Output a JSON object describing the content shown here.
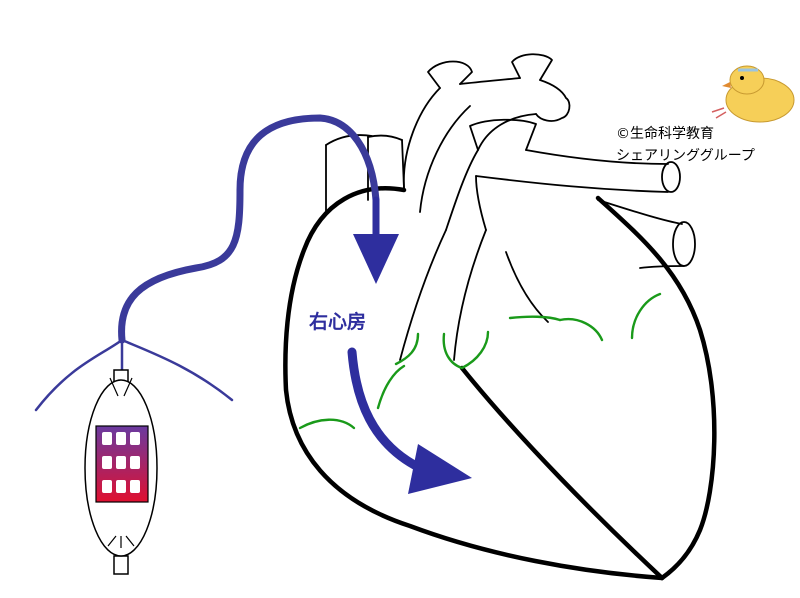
{
  "labels": {
    "right_atrium": "右心房"
  },
  "copyright": {
    "line1": "©生命科学教育",
    "line2": "シェアリンググループ"
  },
  "colors": {
    "pacer_lead": "#3a3a9a",
    "arrow": "#2e2e9e",
    "valve": "#1a9a1a",
    "outline": "#000000",
    "device_grad_top": "#6a3aa0",
    "device_grad_bottom": "#e01030",
    "chick": "#f6cf58"
  },
  "icons": {
    "mascot": "chick-icon",
    "device": "pacemaker-device-icon"
  }
}
